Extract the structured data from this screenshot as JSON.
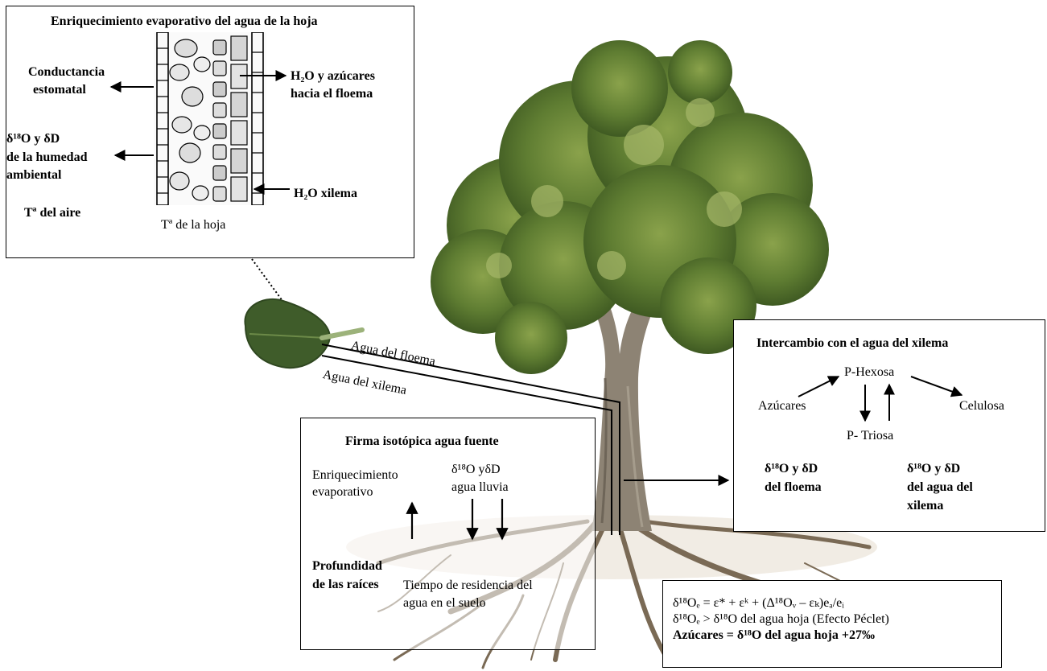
{
  "leaf_box": {
    "title": "Enriquecimiento evaporativo del agua de la hoja",
    "stomatal_1": "Conductancia",
    "stomatal_2": "estomatal",
    "humidity_1": "δ¹⁸O y δD",
    "humidity_2": "de la humedad",
    "humidity_3": "ambiental",
    "air_temp": "Tª del aire",
    "sugars_1": "H₂O y azúcares",
    "sugars_2": "hacia el floema",
    "xylem_water": "H₂O xilema",
    "leaf_temp": "Tª de la hoja"
  },
  "pipes": {
    "phloem_label": "Agua del floema",
    "xylem_label": "Agua del xilema"
  },
  "source_box": {
    "title": "Firma isotópica agua fuente",
    "evap_1": "Enriquecimiento",
    "evap_2": "evaporativo",
    "rain_1": "δ¹⁸O yδD",
    "rain_2": "agua lluvia",
    "depth_1": "Profundidad",
    "depth_2": "de las raíces",
    "residence_1": "Tiempo de residencia del",
    "residence_2": "agua en el suelo"
  },
  "exchange_box": {
    "title": "Intercambio con el agua del xilema",
    "hexose": "P-Hexosa",
    "sugars": "Azúcares",
    "cellulose": "Celulosa",
    "triose": "P- Triosa",
    "phloem_1": "δ¹⁸O y δD",
    "phloem_2": "del floema",
    "xylem_1": "δ¹⁸O y δD",
    "xylem_2": "del agua del",
    "xylem_3": "xilema"
  },
  "formula_box": {
    "line1": "δ¹⁸Oₑ = ε* + εᵏ + (Δ¹⁸Oᵥ – εₖ)eₐ/eᵢ",
    "line2": "δ¹⁸Oₑ > δ¹⁸O del agua hoja (Efecto Péclet)",
    "line3": "Azúcares = δ¹⁸O del agua hoja +27‰"
  },
  "colors": {
    "foliage_dark": "#3f5a22",
    "foliage_mid": "#6f8f3c",
    "foliage_light": "#a7b86a",
    "trunk": "#8d8374",
    "root": "#7a6a55",
    "leaf": "#3f5c2a"
  }
}
